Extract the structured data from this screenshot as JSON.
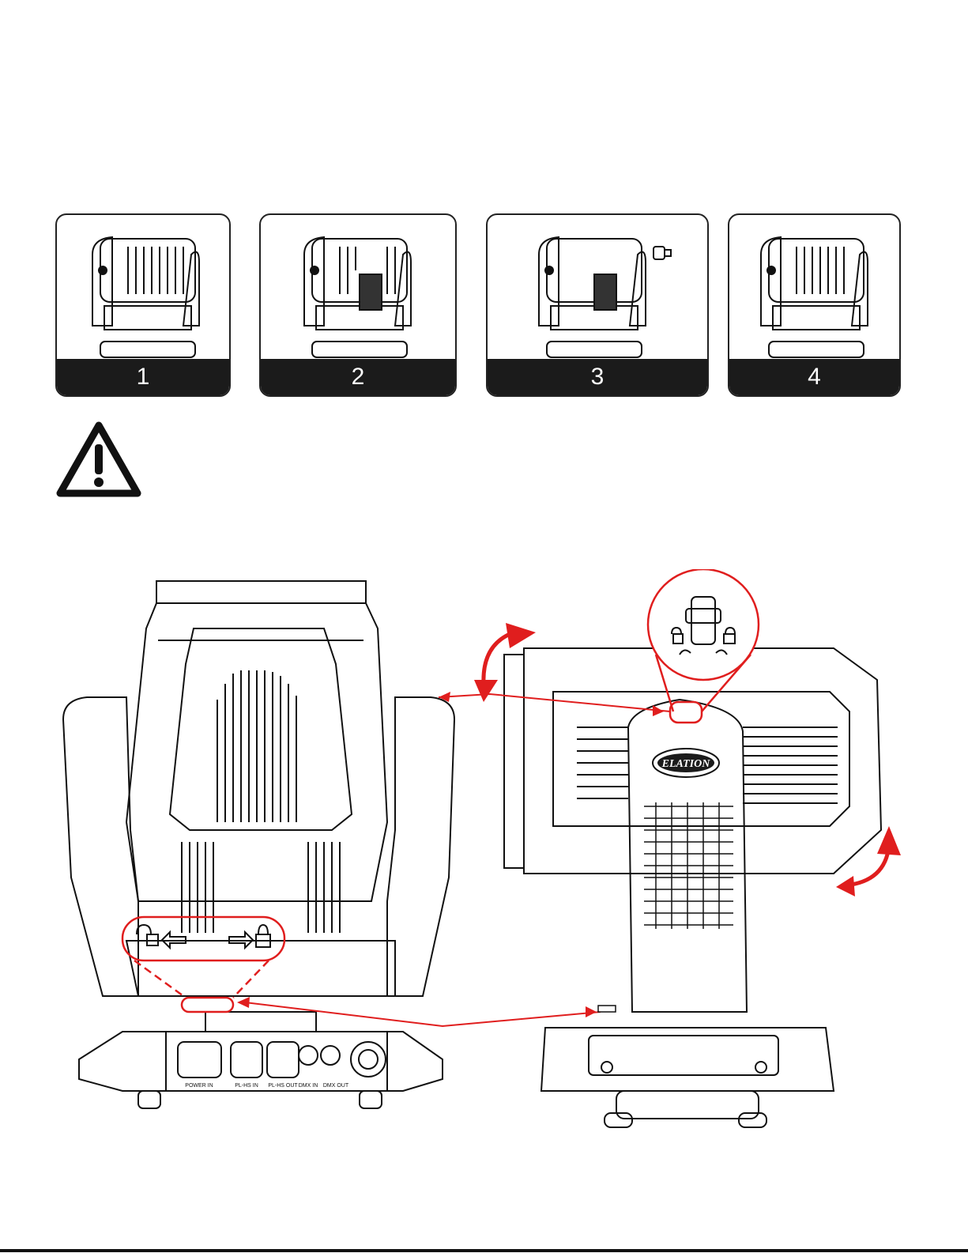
{
  "steps": [
    {
      "number": "1",
      "state": "locked"
    },
    {
      "number": "2",
      "state": "cover-open"
    },
    {
      "number": "3",
      "state": "lamp-removed"
    },
    {
      "number": "4",
      "state": "locked"
    }
  ],
  "icons": {
    "warning": "warning-triangle-icon",
    "unlock": "padlock-open-icon",
    "lock": "padlock-closed-icon",
    "rotate": "curved-arrow-icon"
  },
  "base_connectors": {
    "power_in": "POWER IN",
    "pwr_in": "PL-HS IN",
    "pwr_out": "PL-HS OUT",
    "dmx_in": "DMX IN",
    "dmx_out": "DMX OUT"
  },
  "logo_text": "ELATION",
  "colors": {
    "callout_red": "#e01e1e",
    "line": "#111111",
    "band": "#1b1b1b"
  }
}
